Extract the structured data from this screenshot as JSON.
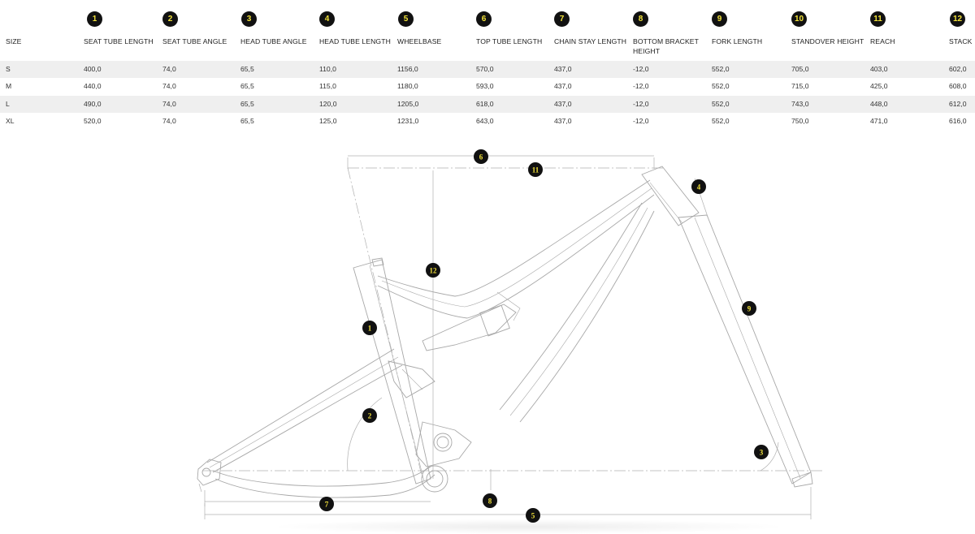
{
  "table": {
    "size_label": "SIZE",
    "columns": [
      {
        "num": "1",
        "label": "SEAT TUBE LENGTH"
      },
      {
        "num": "2",
        "label": "SEAT TUBE ANGLE"
      },
      {
        "num": "3",
        "label": "HEAD TUBE ANGLE"
      },
      {
        "num": "4",
        "label": "HEAD TUBE LENGTH"
      },
      {
        "num": "5",
        "label": "WHEELBASE"
      },
      {
        "num": "6",
        "label": "TOP TUBE LENGTH"
      },
      {
        "num": "7",
        "label": "CHAIN STAY LENGTH"
      },
      {
        "num": "8",
        "label": "BOTTOM BRACKET HEIGHT"
      },
      {
        "num": "9",
        "label": "FORK LENGTH"
      },
      {
        "num": "10",
        "label": "STANDOVER HEIGHT"
      },
      {
        "num": "11",
        "label": "REACH"
      },
      {
        "num": "12",
        "label": "STACK"
      }
    ],
    "rows": [
      {
        "size": "S",
        "values": [
          "400,0",
          "74,0",
          "65,5",
          "110,0",
          "1156,0",
          "570,0",
          "437,0",
          "-12,0",
          "552,0",
          "705,0",
          "403,0",
          "602,0"
        ]
      },
      {
        "size": "M",
        "values": [
          "440,0",
          "74,0",
          "65,5",
          "115,0",
          "1180,0",
          "593,0",
          "437,0",
          "-12,0",
          "552,0",
          "715,0",
          "425,0",
          "608,0"
        ]
      },
      {
        "size": "L",
        "values": [
          "490,0",
          "74,0",
          "65,5",
          "120,0",
          "1205,0",
          "618,0",
          "437,0",
          "-12,0",
          "552,0",
          "743,0",
          "448,0",
          "612,0"
        ]
      },
      {
        "size": "XL",
        "values": [
          "520,0",
          "74,0",
          "65,5",
          "125,0",
          "1231,0",
          "643,0",
          "437,0",
          "-12,0",
          "552,0",
          "750,0",
          "471,0",
          "616,0"
        ]
      }
    ]
  },
  "diagram": {
    "markers": [
      "1",
      "2",
      "3",
      "4",
      "5",
      "6",
      "7",
      "8",
      "9",
      "11",
      "12"
    ],
    "badge_fill": "#111111",
    "badge_text_color": "#f2e23a",
    "line_color": "#9a9a9a"
  }
}
